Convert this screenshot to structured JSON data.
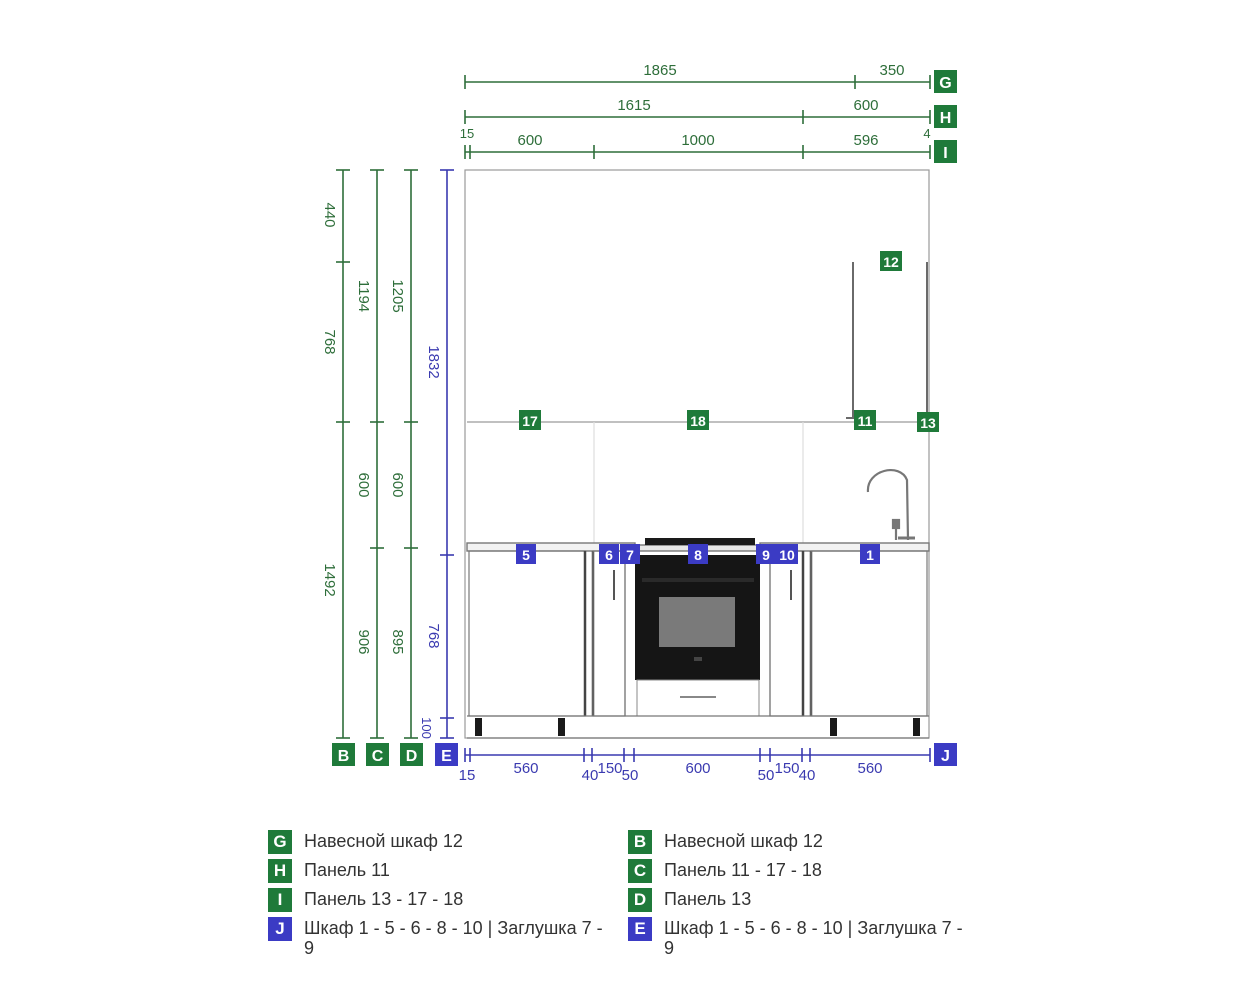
{
  "colors": {
    "green": "#1f7a3a",
    "blue": "#3b3bc4",
    "line": "#8a8a8a"
  },
  "dimensions": {
    "top_g": [
      "1865",
      "350"
    ],
    "top_h": [
      "1615",
      "600"
    ],
    "top_i": [
      "15",
      "600",
      "1000",
      "596",
      "4"
    ],
    "left_b": [
      "440",
      "768",
      "1492"
    ],
    "left_c": [
      "1194",
      "600",
      "906"
    ],
    "left_d": [
      "1205",
      "600",
      "895"
    ],
    "left_e": [
      "1832",
      "768",
      "100"
    ],
    "bottom_j": [
      "15",
      "560",
      "40",
      "150",
      "50",
      "600",
      "50",
      "150",
      "40",
      "560"
    ]
  },
  "axis_tags": {
    "G": "G",
    "H": "H",
    "I": "I",
    "J": "J",
    "B": "B",
    "C": "C",
    "D": "D",
    "E": "E"
  },
  "part_tags": {
    "p12": "12",
    "p17": "17",
    "p18": "18",
    "p11": "11",
    "p13": "13",
    "p5": "5",
    "p6": "6",
    "p7": "7",
    "p8": "8",
    "p9": "9",
    "p10": "10",
    "p1": "1"
  },
  "legend": [
    {
      "key": "G",
      "color": "green",
      "label": "Навесной шкаф 12"
    },
    {
      "key": "H",
      "color": "green",
      "label": "Панель 11"
    },
    {
      "key": "I",
      "color": "green",
      "label": "Панель 13 - 17 - 18"
    },
    {
      "key": "J",
      "color": "blue",
      "label": "Шкаф 1 - 5 - 6 - 8 - 10 | Заглушка 7 - 9"
    },
    {
      "key": "B",
      "color": "green",
      "label": "Навесной шкаф 12"
    },
    {
      "key": "C",
      "color": "green",
      "label": "Панель 11 - 17 - 18"
    },
    {
      "key": "D",
      "color": "green",
      "label": "Панель 13"
    },
    {
      "key": "E",
      "color": "blue",
      "label": "Шкаф 1 - 5 - 6 - 8 - 10 | Заглушка 7 - 9"
    }
  ]
}
